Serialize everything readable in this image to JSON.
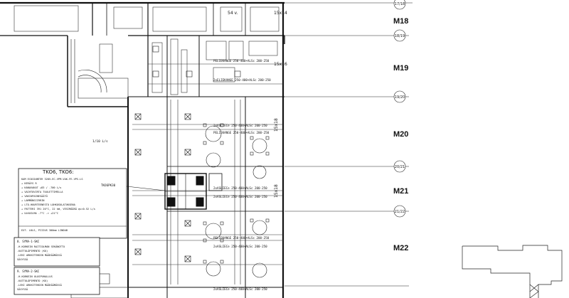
{
  "sheet": {
    "zones": [
      "M18",
      "M19",
      "M20",
      "M21",
      "M22"
    ],
    "axis_labels": [
      "17/18",
      "18/19",
      "19/20",
      "20/21",
      "21/22"
    ],
    "room_labels": [
      "15x14",
      "15x16",
      "15x18",
      "15x18",
      "54 v."
    ],
    "duct_labels": [
      "PELIEKANGE 250-400+ALSc 200-250",
      "2xELIEKANGE 250-400+ALSc 200-250",
      "2xASLIECe 250-400+ALSc 200-250",
      "PELIEKANGE 250-400+ALSc 200-250",
      "2xASLIECe 250-400+ALSc 200-250",
      "2xASLIECe 250-400+ALSc 200-250",
      "PELIEKANGE 250-400+ALSc 200-250",
      "2xASLIECe 250-400+ALSc 200-250",
      "2xASLIECe 250-400+ALSc 200-250"
    ],
    "notes": {
      "tk_title": "TKO6, TKO6:",
      "tk_lines": [
        "KAM ECOCOUNTER 3285-EC-VPM-VAK-FE-VPS-LS",
        "+ KERÄYS R",
        "+ KANAVAKAT +83 /   -700 L/s",
        "+ VAIHTOVIRTA TUULETTIMELLA",
        "+ VAKIOPAINESÄÄTÖ",
        "+ LAMMÖNSIIRRIN",
        "+ LTO-HUURTEENESTO LOHKOSULATUKSENA",
        "+ PATTERI 391 20°C, 22 kW, VESIMÄÄRÄ  qv=0.52 L/s",
        "+ ULKOILMA -7°C  -> +21°C"
      ],
      "tk_sub": "TKO6PK30",
      "ext_note": "EXT. LKLS, PIIIUS 300mm LINDAB",
      "box8_title": "8. SYMA-1-SKC",
      "box8_lines": [
        "-H-KORKEIN RAITIOLMAN SEKÄNOTTO",
        "-KATTOLÄPIMENTO (KU)",
        "-LEKI ARKKITEHDIN MÄÄRÄÄMÄSSÄ",
        "SÄVYSSÄ"
      ],
      "box9_title": "9. SYMA-2-SKC",
      "box9_lines": [
        "-H-KORKEIN ULOSPUHALLUS",
        "-KATTOLÄPIMENTO (KU)",
        "-LEKI ARKKITEHDIN MÄÄRÄÄMÄSSÄ",
        "SÄVYSSÄ"
      ],
      "flow_text": "1/10 L/s"
    }
  }
}
